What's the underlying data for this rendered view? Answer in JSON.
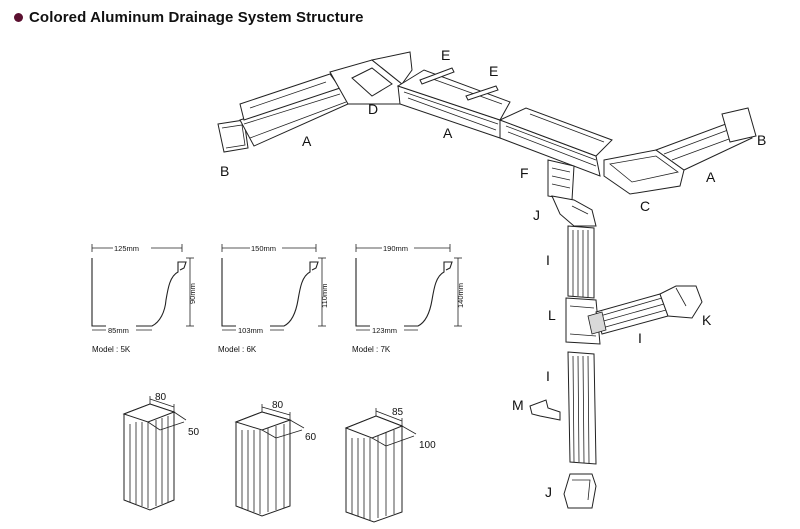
{
  "title": "Colored Aluminum Drainage System Structure",
  "part_labels": {
    "a1": "A",
    "a2": "A",
    "a3": "A",
    "b1": "B",
    "b2": "B",
    "c": "C",
    "d": "D",
    "e1": "E",
    "e2": "E",
    "f": "F",
    "j1": "J",
    "j2": "J",
    "i1": "I",
    "i2": "I",
    "i3": "I",
    "l": "L",
    "k": "K",
    "m": "M"
  },
  "profiles": [
    {
      "top": "125mm",
      "right": "90mm",
      "bottom": "85mm",
      "model": "Model : 5K"
    },
    {
      "top": "150mm",
      "right": "110mm",
      "bottom": "103mm",
      "model": "Model : 6K"
    },
    {
      "top": "190mm",
      "right": "140mm",
      "bottom": "123mm",
      "model": "Model : 7K"
    }
  ],
  "pipes": [
    {
      "top": "80",
      "side": "50"
    },
    {
      "top": "80",
      "side": "60"
    },
    {
      "top": "85",
      "side": "100"
    }
  ]
}
